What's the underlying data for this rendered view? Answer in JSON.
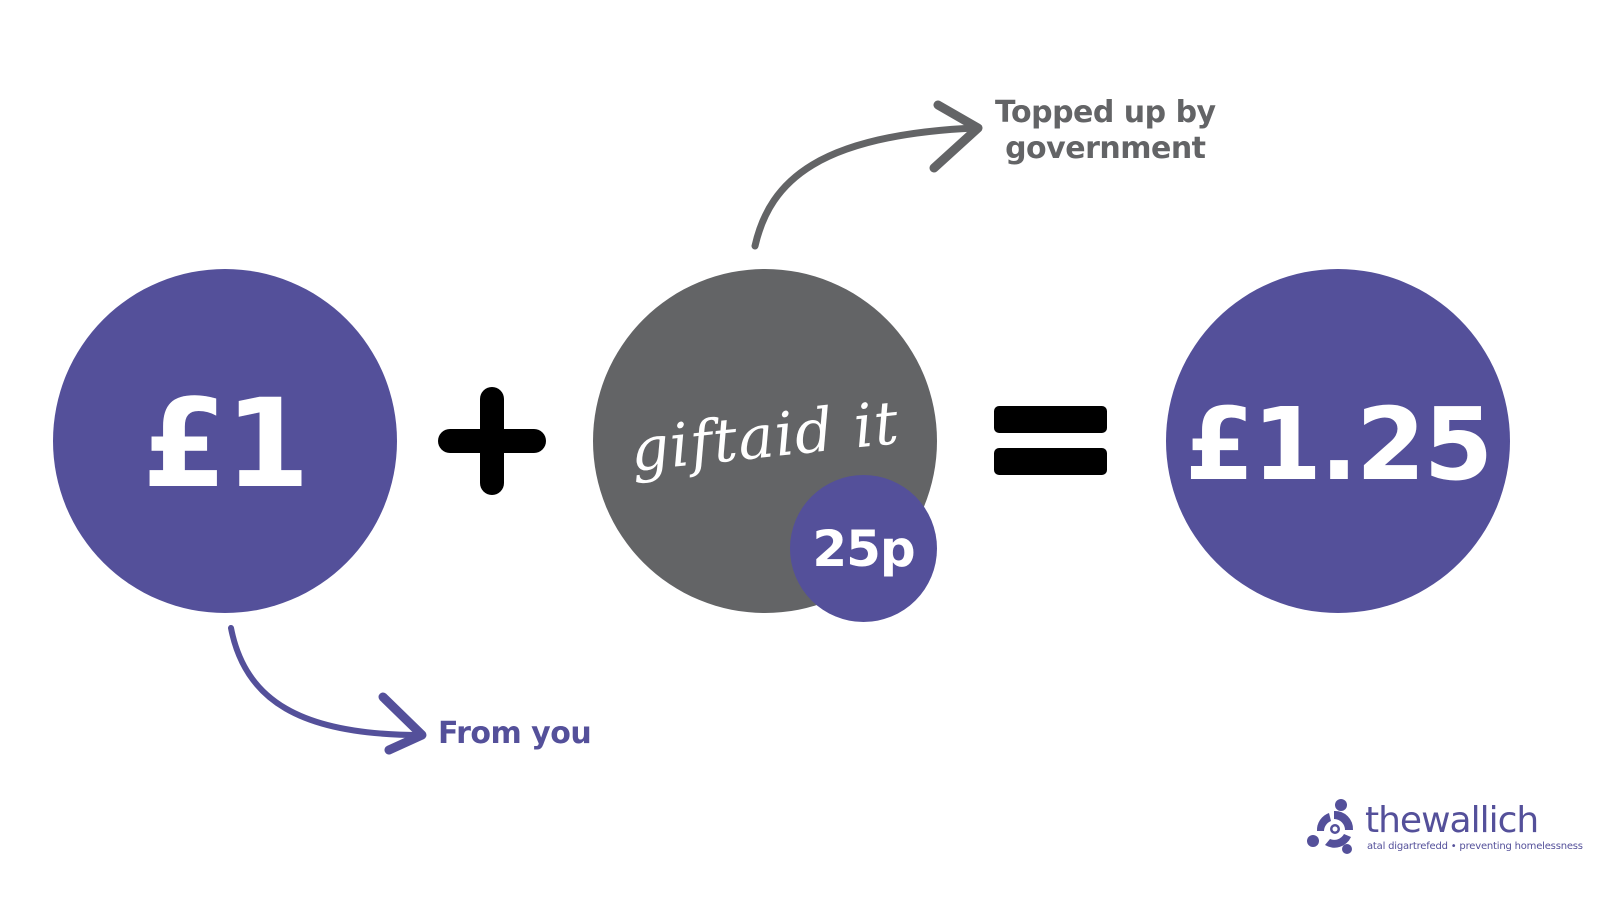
{
  "colors": {
    "purple": "#54509a",
    "gray": "#636466",
    "black": "#000000",
    "white": "#ffffff"
  },
  "equation": {
    "donation": {
      "amount": "£1",
      "caption": "From you"
    },
    "operator_plus": "+",
    "gift_aid": {
      "logo_text": "giftaid it",
      "badge": "25p",
      "caption_line1": "Topped up by",
      "caption_line2": "government"
    },
    "operator_equals": "=",
    "total": {
      "amount": "£1.25"
    }
  },
  "logo": {
    "icon": "people-circle-icon",
    "wordmark": "thewallich",
    "tagline": "atal digartrefedd • preventing homelessness"
  }
}
